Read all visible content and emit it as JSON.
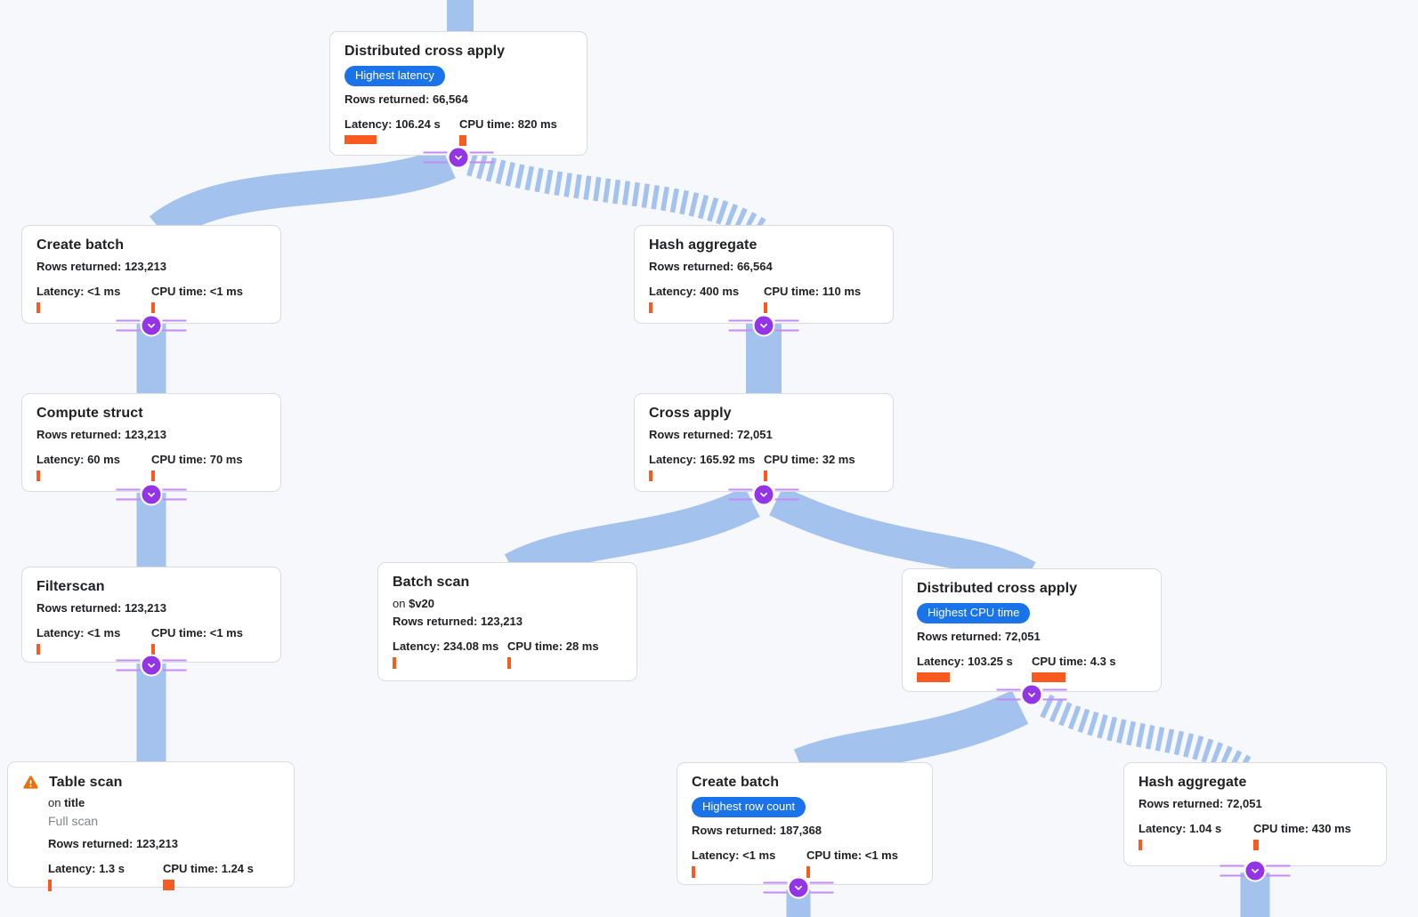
{
  "app": {
    "view_name": "Query execution plan graph"
  },
  "palette": {
    "background": "#f7f8fb",
    "card_bg": "#ffffff",
    "card_border": "#dadce0",
    "text": "#202124",
    "muted_text": "#80868b",
    "edge_blue": "#a3c3ee",
    "connector_purple": "#9334e6",
    "connector_stripe": "#c58af9",
    "badge_bg": "#1a73e8",
    "badge_text": "#ffffff",
    "bar_orange": "#f85a1f",
    "warning_orange": "#e8710a"
  },
  "icons": {
    "collapse_icon": "chevron-down",
    "warning_icon": "warning-triangle"
  },
  "nodes": [
    {
      "title": "Distributed cross apply",
      "badge": "Highest latency",
      "rows": "Rows returned: 66,564",
      "latency": {
        "label": "Latency: 106.24 s",
        "bar": {
          "w": 36,
          "h": 10
        }
      },
      "cpu": {
        "label": "CPU time: 820 ms",
        "bar": {
          "w": 8,
          "h": 12
        }
      }
    },
    {
      "title": "Create batch",
      "rows": "Rows returned: 123,213",
      "latency": {
        "label": "Latency: <1 ms",
        "bar": {
          "w": 4,
          "h": 12
        }
      },
      "cpu": {
        "label": "CPU time: <1 ms",
        "bar": {
          "w": 4,
          "h": 12
        }
      }
    },
    {
      "title": "Hash aggregate",
      "rows": "Rows returned: 66,564",
      "latency": {
        "label": "Latency: 400 ms",
        "bar": {
          "w": 4,
          "h": 12
        }
      },
      "cpu": {
        "label": "CPU time: 110 ms",
        "bar": {
          "w": 4,
          "h": 12
        }
      }
    },
    {
      "title": "Compute struct",
      "rows": "Rows returned: 123,213",
      "latency": {
        "label": "Latency: 60 ms",
        "bar": {
          "w": 4,
          "h": 12
        }
      },
      "cpu": {
        "label": "CPU time: 70 ms",
        "bar": {
          "w": 4,
          "h": 12
        }
      }
    },
    {
      "title": "Cross apply",
      "rows": "Rows returned: 72,051",
      "latency": {
        "label": "Latency: 165.92 ms",
        "bar": {
          "w": 4,
          "h": 12
        }
      },
      "cpu": {
        "label": "CPU time: 32 ms",
        "bar": {
          "w": 4,
          "h": 12
        }
      }
    },
    {
      "title": "Filterscan",
      "rows": "Rows returned: 123,213",
      "latency": {
        "label": "Latency: <1 ms",
        "bar": {
          "w": 4,
          "h": 12
        }
      },
      "cpu": {
        "label": "CPU time: <1 ms",
        "bar": {
          "w": 4,
          "h": 12
        }
      }
    },
    {
      "title": "Batch scan",
      "on": {
        "prefix": "on",
        "value": "$v20"
      },
      "rows": "Rows returned: 123,213",
      "latency": {
        "label": "Latency: 234.08 ms",
        "bar": {
          "w": 4,
          "h": 13
        }
      },
      "cpu": {
        "label": "CPU time: 28 ms",
        "bar": {
          "w": 4,
          "h": 13
        }
      }
    },
    {
      "title": "Distributed cross apply",
      "badge": "Highest CPU time",
      "rows": "Rows returned: 72,051",
      "latency": {
        "label": "Latency: 103.25 s",
        "bar": {
          "w": 37,
          "h": 11
        }
      },
      "cpu": {
        "label": "CPU time: 4.3 s",
        "bar": {
          "w": 38,
          "h": 11
        }
      }
    },
    {
      "title": "Table scan",
      "on": {
        "prefix": "on",
        "value": "title"
      },
      "subtitle": "Full scan",
      "rows": "Rows returned: 123,213",
      "latency": {
        "label": "Latency: 1.3 s",
        "bar": {
          "w": 4,
          "h": 13
        }
      },
      "cpu": {
        "label": "CPU time: 1.24 s",
        "bar": {
          "w": 13,
          "h": 12
        }
      }
    },
    {
      "title": "Create batch",
      "badge": "Highest row count",
      "rows": "Rows returned: 187,368",
      "latency": {
        "label": "Latency: <1 ms",
        "bar": {
          "w": 4,
          "h": 13
        }
      },
      "cpu": {
        "label": "CPU time: <1 ms",
        "bar": {
          "w": 4,
          "h": 13
        }
      }
    },
    {
      "title": "Hash aggregate",
      "rows": "Rows returned: 72,051",
      "latency": {
        "label": "Latency: 1.04 s",
        "bar": {
          "w": 4,
          "h": 12
        }
      },
      "cpu": {
        "label": "CPU time: 430 ms",
        "bar": {
          "w": 6,
          "h": 12
        }
      }
    }
  ]
}
